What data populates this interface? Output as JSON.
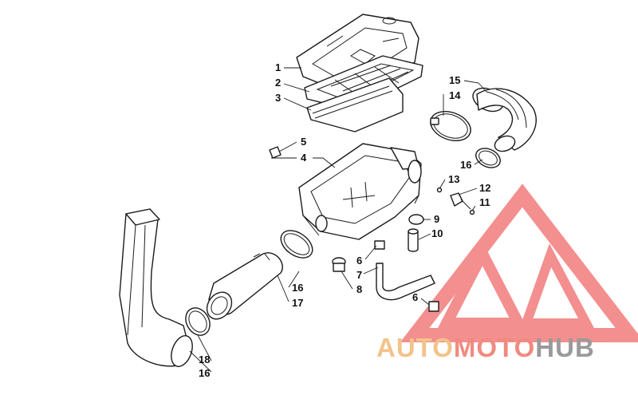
{
  "callouts": [
    {
      "id": "c1",
      "label": "1"
    },
    {
      "id": "c2",
      "label": "2"
    },
    {
      "id": "c3",
      "label": "3"
    },
    {
      "id": "c5",
      "label": "5"
    },
    {
      "id": "c4",
      "label": "4"
    },
    {
      "id": "c15",
      "label": "15"
    },
    {
      "id": "c14",
      "label": "14"
    },
    {
      "id": "c16a",
      "label": "16"
    },
    {
      "id": "c13",
      "label": "13"
    },
    {
      "id": "c12",
      "label": "12"
    },
    {
      "id": "c11",
      "label": "11"
    },
    {
      "id": "c9",
      "label": "9"
    },
    {
      "id": "c10",
      "label": "10"
    },
    {
      "id": "c6a",
      "label": "6"
    },
    {
      "id": "c7",
      "label": "7"
    },
    {
      "id": "c8",
      "label": "8"
    },
    {
      "id": "c6b",
      "label": "6"
    },
    {
      "id": "c16b",
      "label": "16"
    },
    {
      "id": "c17",
      "label": "17"
    },
    {
      "id": "c18",
      "label": "18"
    },
    {
      "id": "c16c",
      "label": "16"
    }
  ],
  "watermark": {
    "part1": "AUTO",
    "part2": "MOTO",
    "part3": "HUB",
    "color_auto": "#f2c38a",
    "color_moto": "#f08a80",
    "color_hub": "#9a9a9a",
    "logo_color": "#f06a6a"
  }
}
